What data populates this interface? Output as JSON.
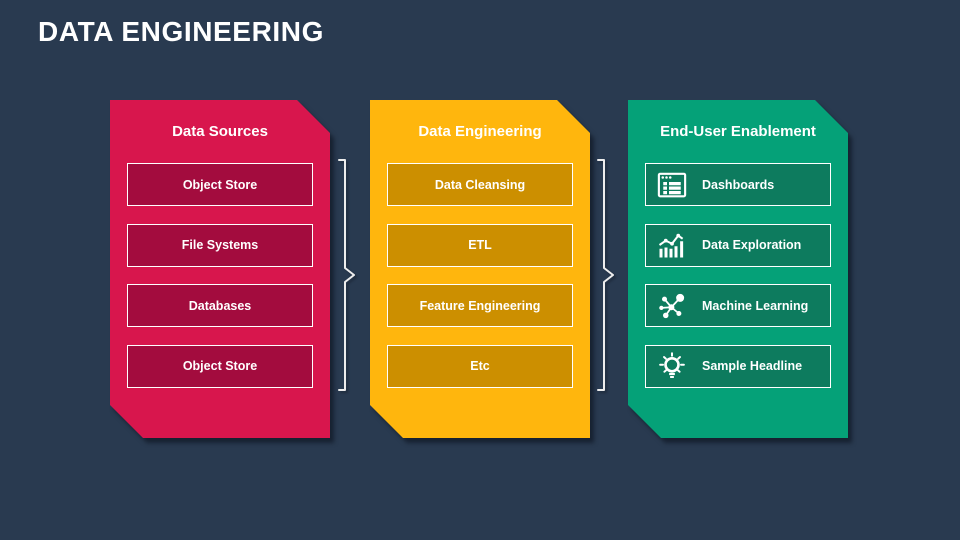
{
  "slide": {
    "title": "DATA ENGINEERING",
    "background_color": "#293A50",
    "text_color": "#FFFFFF"
  },
  "columns": [
    {
      "id": "data-sources",
      "title": "Data Sources",
      "panel_color": "#D8164D",
      "item_color": "#A30C3E",
      "items": [
        {
          "label": "Object Store"
        },
        {
          "label": "File Systems"
        },
        {
          "label": "Databases"
        },
        {
          "label": "Object Store"
        }
      ]
    },
    {
      "id": "data-engineering",
      "title": "Data Engineering",
      "panel_color": "#FFB60D",
      "item_color": "#CC8F00",
      "items": [
        {
          "label": "Data Cleansing"
        },
        {
          "label": "ETL"
        },
        {
          "label": "Feature Engineering"
        },
        {
          "label": "Etc"
        }
      ]
    },
    {
      "id": "end-user-enablement",
      "title": "End-User Enablement",
      "panel_color": "#05A178",
      "item_color": "#0D7B5E",
      "items": [
        {
          "label": "Dashboards",
          "icon": "dashboard-window-icon"
        },
        {
          "label": "Data Exploration",
          "icon": "bar-chart-trend-icon"
        },
        {
          "label": "Machine Learning",
          "icon": "network-nodes-icon"
        },
        {
          "label": "Sample Headline",
          "icon": "lightbulb-icon"
        }
      ]
    }
  ],
  "connectors": [
    {
      "type": "curly-brace",
      "between": [
        "data-sources",
        "data-engineering"
      ],
      "color": "#EDEDED"
    },
    {
      "type": "curly-brace",
      "between": [
        "data-engineering",
        "end-user-enablement"
      ],
      "color": "#EDEDED"
    }
  ]
}
